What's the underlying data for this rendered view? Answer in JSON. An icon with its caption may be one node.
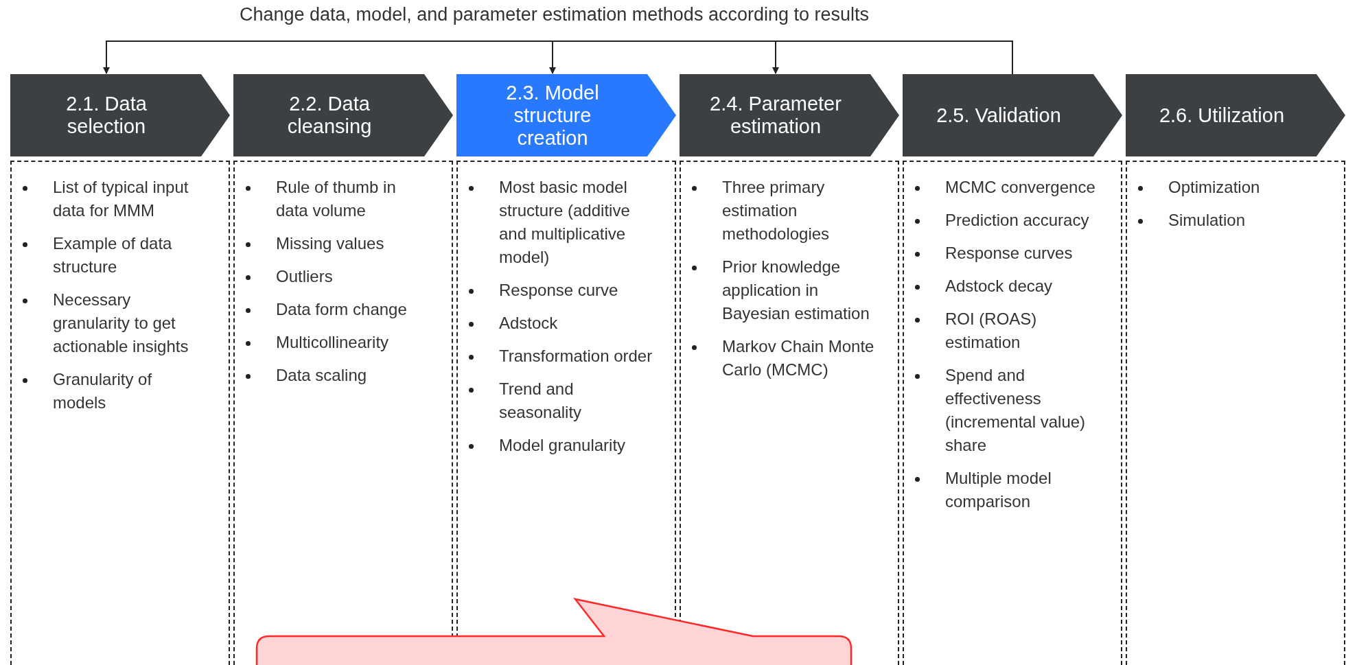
{
  "diagram": {
    "nodes": [
      {
        "text": [
          "2.1. Data selection"
        ]
      },
      {
        "text": [
          "2.2. Data cleansing"
        ]
      },
      {
        "text": [
          "2.3. Model structure creation"
        ]
      },
      {
        "text": [
          "2.4. Parameter estimation"
        ]
      },
      {
        "text": [
          "2.5. Validation"
        ]
      },
      {
        "text": [
          "2.6. Utilization"
        ]
      },
      {
        "text": [
          "List of typical input data for MMM",
          "Example of data structure",
          "Necessary granularity to get actionable insights",
          "Granularity of models"
        ]
      },
      {
        "text": [
          "Rule of thumb in data volume",
          "Missing values",
          "Outliers",
          "Data form change",
          "Multicollinearity",
          "Data scaling"
        ]
      },
      {
        "text": [
          "Most basic model structure (additive and multiplicative model)",
          "Response curve",
          "Adstock",
          "Transformation order",
          "Trend and seasonality",
          "Model granularity"
        ]
      },
      {
        "text": [
          "Three primary estimation methodologies",
          "Prior knowledge application in Bayesian estimation",
          "Markov Chain Monte Carlo (MCMC)"
        ]
      },
      {
        "text": [
          "MCMC convergence",
          "Prediction accuracy",
          "Response curves",
          "Adstock decay",
          "ROI (ROAS) estimation",
          "Spend and effectiveness (incremental value) share",
          "Multiple model comparison"
        ]
      },
      {
        "text": [
          "Optimization",
          "Simulation"
        ]
      },
      {
        "text": [],
        "shape": "callout"
      }
    ],
    "edges": [
      {
        "from": 4,
        "to": 0,
        "arrow": "to"
      },
      {
        "from": 4,
        "to": 2,
        "arrow": "to"
      },
      {
        "from": 4,
        "to": 3,
        "arrow": "to"
      }
    ],
    "labels": [
      "Change data, model, and parameter estimation methods according to results"
    ]
  }
}
